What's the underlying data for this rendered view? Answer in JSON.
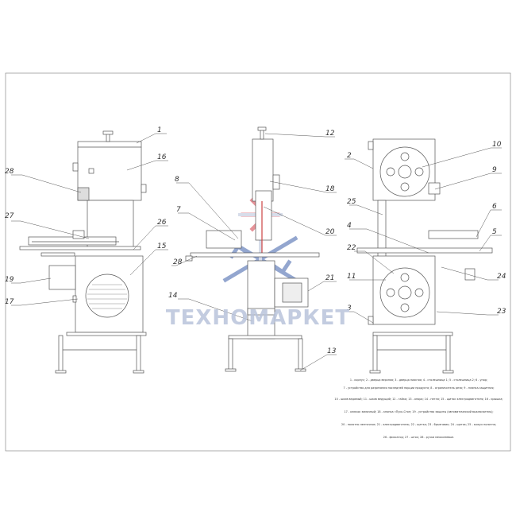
{
  "watermark": {
    "text": "ТЕХНОМАРКЕТ",
    "colors": [
      "#d23a44",
      "#3b5ea8",
      "#b8c3da"
    ]
  },
  "callouts": [
    "1",
    "2",
    "3",
    "4",
    "5",
    "6",
    "7",
    "8",
    "9",
    "10",
    "11",
    "12",
    "13",
    "14",
    "15",
    "16",
    "17",
    "18",
    "19",
    "20",
    "21",
    "22",
    "23",
    "24",
    "25",
    "26",
    "27",
    "28"
  ],
  "legend": [
    "1 - корпус; 2 - дверца верхняя; 3 - дверца нижняя; 4 - столешница 1; 5 - столешница 2; 6 - упор;",
    "7 - устройство для разрезания последней порции продукта; 8 - ограничитель реза; 9 - планка-защитная;",
    "10 - шкив ведомый; 11 - шкив ведущий; 12 - гайка; 13 - опора; 14 - петля; 15 - щиток электродвигателя; 16 - крышка;",
    "17 - ключок замочный; 18 - кнопка «Пуск-Стоп; 19 - устройство защиты (автоматический выключатель);",
    "20 - полотно ленточное; 21 - электродвигатель; 22 - щетка; 23 - брызговик; 24 - щиток; 25 - кожух полотна;",
    "26 - фиксатор; 27 - шток; 28 - ручки межклеевые."
  ],
  "colors": {
    "line": "#555555",
    "frame": "#8a8a8a",
    "fill": "#ffffff"
  }
}
